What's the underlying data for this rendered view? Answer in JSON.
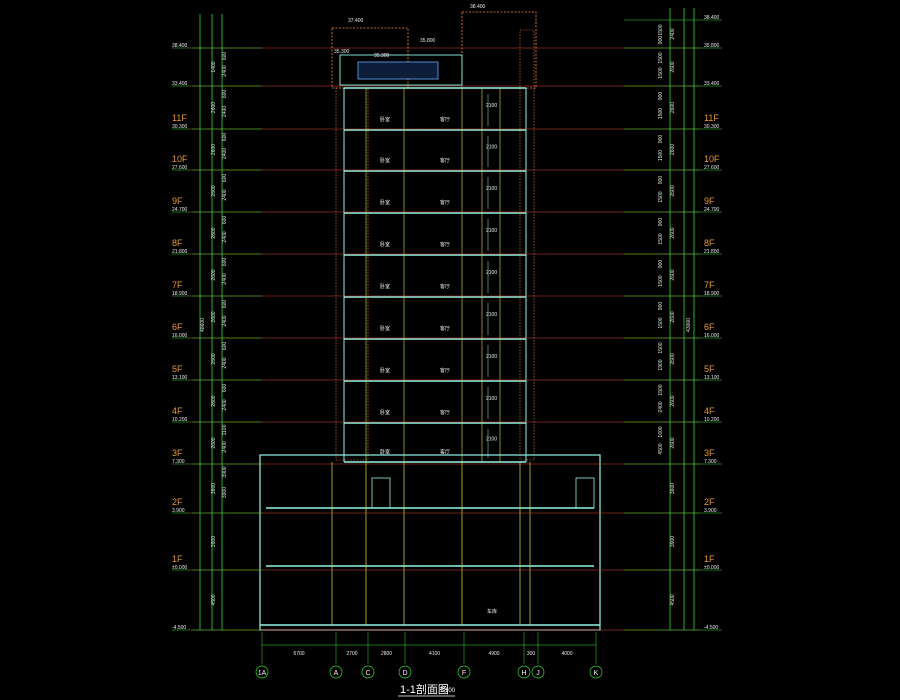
{
  "drawing": {
    "title": "1-1剖面图",
    "scale": "1:100"
  },
  "colors": {
    "background": "#000000",
    "slab": "#8ff5e8",
    "dimension": "#2fe02f",
    "level_label": "#e89a2c",
    "floor_line": "#d84a2a",
    "facade_hatch": "#ff8a40",
    "column": "#e8e040",
    "window_blue": "#5a9ae6"
  },
  "floors": {
    "left": [
      {
        "label": "",
        "elev": "38.400"
      },
      {
        "label": "",
        "elev": "33.400"
      },
      {
        "label": "11F",
        "elev": "30.300"
      },
      {
        "label": "10F",
        "elev": "27.600"
      },
      {
        "label": "9F",
        "elev": "24.700"
      },
      {
        "label": "8F",
        "elev": "21.800"
      },
      {
        "label": "7F",
        "elev": "18.900"
      },
      {
        "label": "6F",
        "elev": "16.000"
      },
      {
        "label": "5F",
        "elev": "13.100"
      },
      {
        "label": "4F",
        "elev": "10.200"
      },
      {
        "label": "3F",
        "elev": "7.300"
      },
      {
        "label": "2F",
        "elev": "3.900"
      },
      {
        "label": "1F",
        "elev": "±0.000"
      },
      {
        "label": "",
        "elev": "-4.500"
      }
    ],
    "right": [
      {
        "label": "",
        "elev": "38.400"
      },
      {
        "label": "",
        "elev": "35.800"
      },
      {
        "label": "",
        "elev": "33.400"
      },
      {
        "label": "11F",
        "elev": "30.300"
      },
      {
        "label": "10F",
        "elev": "27.600"
      },
      {
        "label": "9F",
        "elev": "24.700"
      },
      {
        "label": "8F",
        "elev": "21.800"
      },
      {
        "label": "7F",
        "elev": "18.900"
      },
      {
        "label": "6F",
        "elev": "16.000"
      },
      {
        "label": "5F",
        "elev": "13.100"
      },
      {
        "label": "4F",
        "elev": "10.200"
      },
      {
        "label": "3F",
        "elev": "7.300"
      },
      {
        "label": "2F",
        "elev": "3.900"
      },
      {
        "label": "1F",
        "elev": "±0.000"
      },
      {
        "label": "",
        "elev": "-4.500"
      }
    ]
  },
  "top_labels": {
    "parapet_left": "37.400",
    "parapet_right": "38.400",
    "roof_left": "35.300",
    "roof_mid": "35.800",
    "roof_center": "35.300"
  },
  "left_dims": {
    "outer": [
      "1400",
      "2600",
      "2600",
      "2600",
      "2600",
      "2600",
      "2600",
      "2600",
      "2600",
      "2600",
      "3600",
      "3900",
      "4500"
    ],
    "inner": [
      "600",
      "2400",
      "600",
      "2400",
      "600",
      "2400",
      "600",
      "2400",
      "600",
      "2400",
      "600",
      "2400",
      "600",
      "2400",
      "600",
      "2400",
      "600",
      "2400",
      "1100",
      "2400",
      "3900",
      "3900"
    ],
    "total": "48600"
  },
  "right_dims": {
    "outer": [
      "2400",
      "2600",
      "2600",
      "2600",
      "2600",
      "2600",
      "2600",
      "2600",
      "2600",
      "2600",
      "2600",
      "3600",
      "3900",
      "4500"
    ],
    "inner": [
      "1500",
      "900",
      "1500",
      "1500",
      "900",
      "1500",
      "900",
      "1500",
      "900",
      "1500",
      "900",
      "1500",
      "900",
      "1500",
      "900",
      "1500",
      "1500",
      "1900",
      "1500",
      "2400",
      "1600",
      "4500"
    ],
    "total": "43000"
  },
  "axes": {
    "labels": [
      "1A",
      "A",
      "C",
      "D",
      "F",
      "H",
      "J",
      "K"
    ],
    "spans": [
      "6700",
      "2700",
      "2800",
      "4100",
      "4900",
      "300",
      "4000"
    ]
  },
  "rooms": {
    "left_name": "卧室",
    "mid_name": "客厅",
    "door_height": "2100",
    "basement_name": "车库"
  }
}
